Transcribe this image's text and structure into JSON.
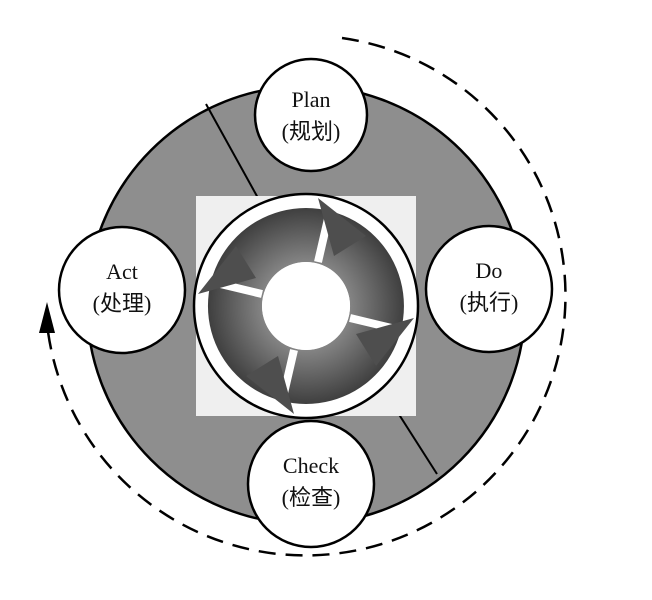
{
  "diagram": {
    "nodes": [
      {
        "id": "plan",
        "title": "Plan",
        "subtitle": "(规划)"
      },
      {
        "id": "do",
        "title": "Do",
        "subtitle": "(执行)"
      },
      {
        "id": "check",
        "title": "Check",
        "subtitle": "(检查)"
      },
      {
        "id": "act",
        "title": "Act",
        "subtitle": "(处理)"
      }
    ]
  },
  "colors": {
    "ring": "#8e8e8e",
    "circle_fill": "#ffffff",
    "stroke": "#000000",
    "center_background": "#efefef",
    "arrow_dark": "#5a5a5a"
  },
  "icons": [
    "dashed-cycle-arrow-icon",
    "rotating-arrows-icon"
  ]
}
